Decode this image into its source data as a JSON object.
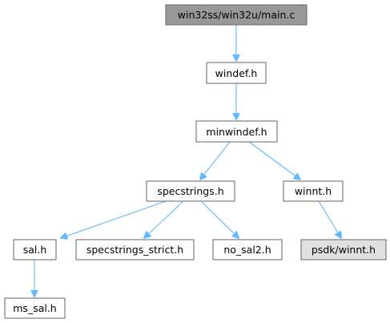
{
  "diagram": {
    "colors": {
      "root_fill": "#999999",
      "node_fill": "#ffffff",
      "external_fill": "#e0e0e0",
      "border": "#666666",
      "edge": "#63b8ff"
    },
    "nodes": {
      "main_c": "win32ss/win32u/main.c",
      "windef_h": "windef.h",
      "minwindef_h": "minwindef.h",
      "specstrings_h": "specstrings.h",
      "winnt_h": "winnt.h",
      "sal_h": "sal.h",
      "specstrings_strict_h": "specstrings_strict.h",
      "no_sal2_h": "no_sal2.h",
      "psdk_winnt_h": "psdk/winnt.h",
      "ms_sal_h": "ms_sal.h"
    },
    "edges": [
      {
        "from": "main_c",
        "to": "windef_h"
      },
      {
        "from": "windef_h",
        "to": "minwindef_h"
      },
      {
        "from": "minwindef_h",
        "to": "specstrings_h"
      },
      {
        "from": "minwindef_h",
        "to": "winnt_h"
      },
      {
        "from": "specstrings_h",
        "to": "sal_h"
      },
      {
        "from": "specstrings_h",
        "to": "specstrings_strict_h"
      },
      {
        "from": "specstrings_h",
        "to": "no_sal2_h"
      },
      {
        "from": "winnt_h",
        "to": "psdk_winnt_h"
      },
      {
        "from": "sal_h",
        "to": "ms_sal_h"
      }
    ]
  }
}
